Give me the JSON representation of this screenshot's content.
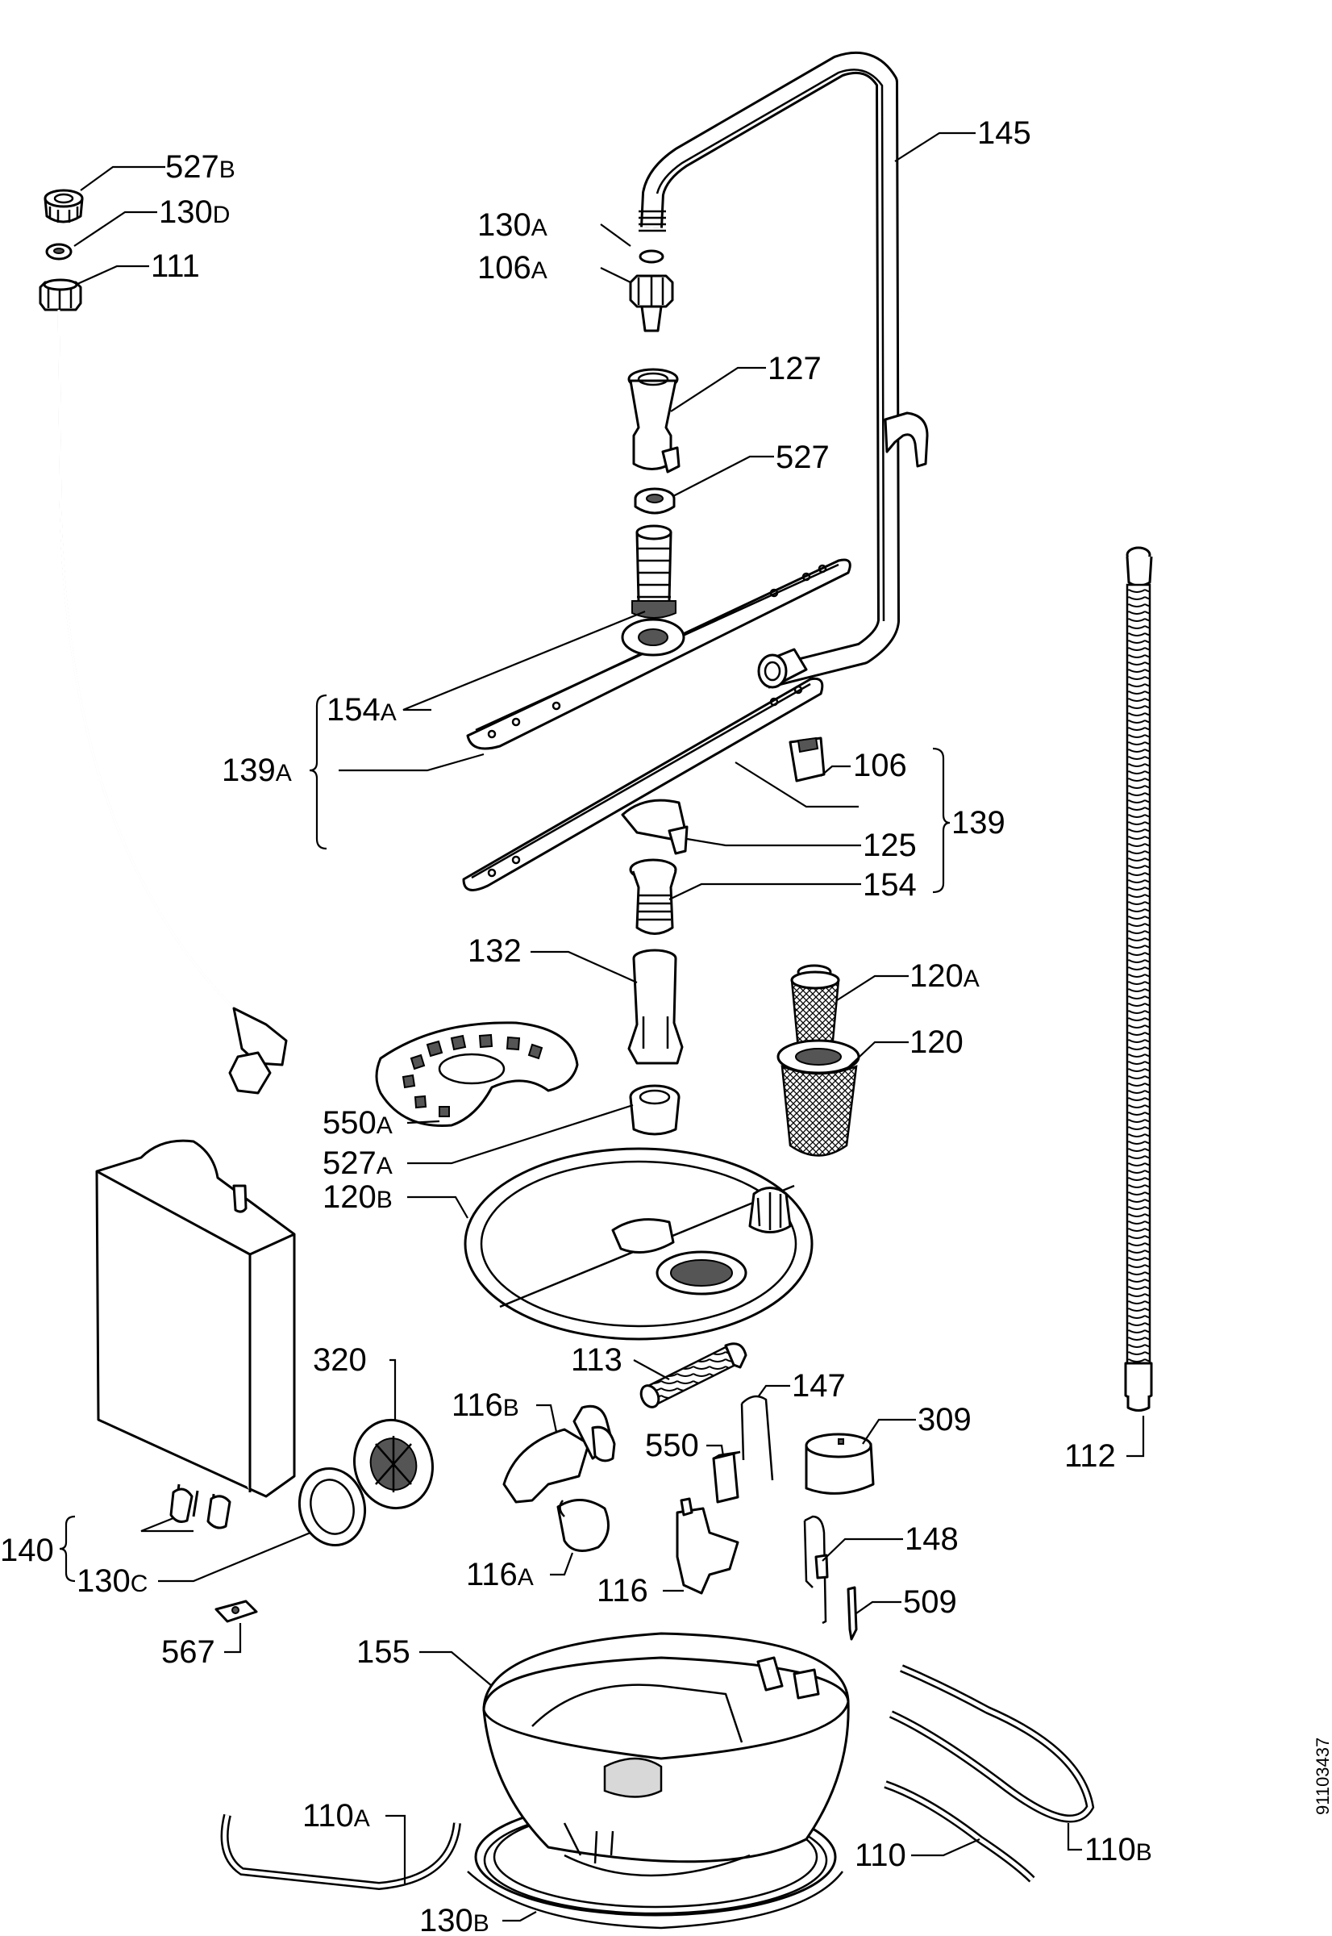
{
  "document_code": "91103437",
  "labels": {
    "l_527B": {
      "num": "527",
      "suf": "B"
    },
    "l_130D": {
      "num": "130",
      "suf": "D"
    },
    "l_111": {
      "num": "111",
      "suf": ""
    },
    "l_130A": {
      "num": "130",
      "suf": "A"
    },
    "l_106A": {
      "num": "106",
      "suf": "A"
    },
    "l_145": {
      "num": "145",
      "suf": ""
    },
    "l_127": {
      "num": "127",
      "suf": ""
    },
    "l_527": {
      "num": "527",
      "suf": ""
    },
    "l_154A": {
      "num": "154",
      "suf": "A"
    },
    "l_139A": {
      "num": "139",
      "suf": "A"
    },
    "l_106": {
      "num": "106",
      "suf": ""
    },
    "l_139": {
      "num": "139",
      "suf": ""
    },
    "l_125": {
      "num": "125",
      "suf": ""
    },
    "l_154": {
      "num": "154",
      "suf": ""
    },
    "l_132": {
      "num": "132",
      "suf": ""
    },
    "l_120A": {
      "num": "120",
      "suf": "A"
    },
    "l_120": {
      "num": "120",
      "suf": ""
    },
    "l_550A": {
      "num": "550",
      "suf": "A"
    },
    "l_527A": {
      "num": "527",
      "suf": "A"
    },
    "l_120B": {
      "num": "120",
      "suf": "B"
    },
    "l_113": {
      "num": "113",
      "suf": ""
    },
    "l_320": {
      "num": "320",
      "suf": ""
    },
    "l_116B": {
      "num": "116",
      "suf": "B"
    },
    "l_147": {
      "num": "147",
      "suf": ""
    },
    "l_309": {
      "num": "309",
      "suf": ""
    },
    "l_550": {
      "num": "550",
      "suf": ""
    },
    "l_112": {
      "num": "112",
      "suf": ""
    },
    "l_140": {
      "num": "140",
      "suf": ""
    },
    "l_130C": {
      "num": "130",
      "suf": "C"
    },
    "l_116A": {
      "num": "116",
      "suf": "A"
    },
    "l_116": {
      "num": "116",
      "suf": ""
    },
    "l_148": {
      "num": "148",
      "suf": ""
    },
    "l_509": {
      "num": "509",
      "suf": ""
    },
    "l_567": {
      "num": "567",
      "suf": ""
    },
    "l_155": {
      "num": "155",
      "suf": ""
    },
    "l_110A": {
      "num": "110",
      "suf": "A"
    },
    "l_110": {
      "num": "110",
      "suf": ""
    },
    "l_110B": {
      "num": "110",
      "suf": "B"
    },
    "l_130B": {
      "num": "130",
      "suf": "B"
    }
  }
}
